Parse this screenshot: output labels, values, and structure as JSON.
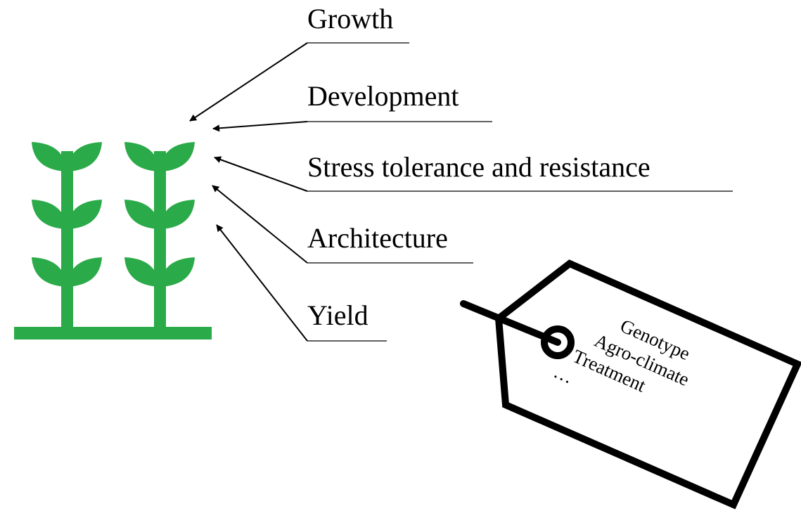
{
  "colors": {
    "plant": "#2aaa48",
    "ink": "#000000",
    "background": "#ffffff"
  },
  "traits": [
    {
      "label": "Growth"
    },
    {
      "label": "Development"
    },
    {
      "label": "Stress tolerance and resistance"
    },
    {
      "label": "Architecture"
    },
    {
      "label": "Yield"
    }
  ],
  "tag": {
    "lines": [
      "Genotype",
      "Agro-climate",
      "Treatment",
      "…"
    ]
  },
  "icons": {
    "plant": "plant-icon",
    "tag": "label-tag-icon"
  }
}
